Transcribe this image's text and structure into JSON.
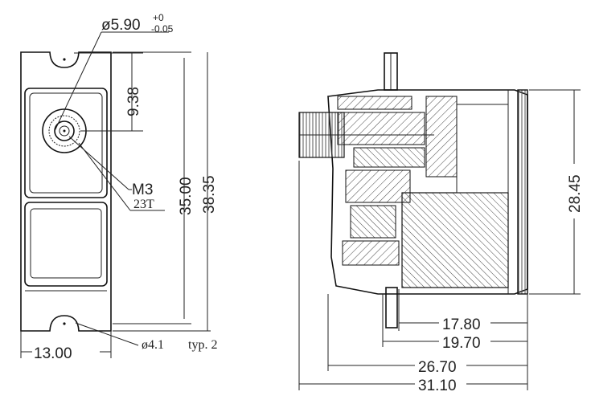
{
  "front_view": {
    "hole_diameter_main": "ø5.90",
    "hole_tol_upper": "+0",
    "hole_tol_lower": "-0.05",
    "dim_hole_offset": "9.38",
    "dim_height_inner": "35.00",
    "dim_height_total": "38.35",
    "dim_width": "13.00",
    "label_thread": "M3",
    "label_teeth": "23T",
    "mount_hole": "ø4.1",
    "mount_hole_note": "typ. 2"
  },
  "side_view": {
    "dim_height": "28.45",
    "dim_1": "17.80",
    "dim_2": "19.70",
    "dim_3": "26.70",
    "dim_4": "31.10"
  }
}
